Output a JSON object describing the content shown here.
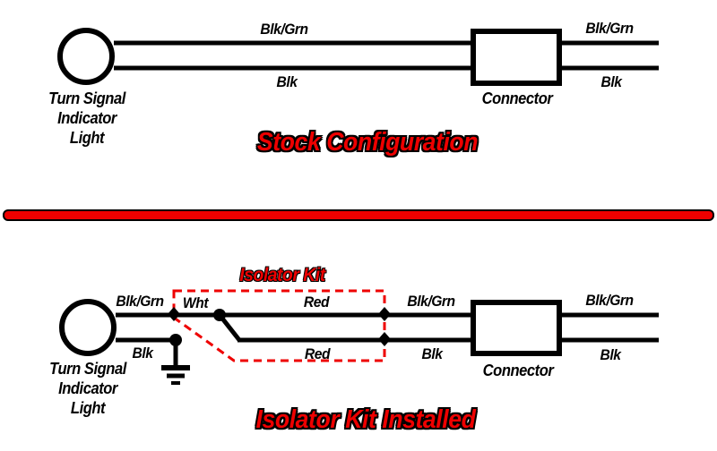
{
  "colors": {
    "accent": "#ee0000",
    "line": "#000000",
    "background": "#ffffff"
  },
  "stock": {
    "title": "Stock Configuration",
    "light": {
      "line1": "Turn Signal",
      "line2": "Indicator",
      "line3": "Light"
    },
    "connector": "Connector",
    "labels": {
      "top_left": "Blk/Grn",
      "bottom_left": "Blk",
      "top_right": "Blk/Grn",
      "bottom_right": "Blk"
    }
  },
  "isolator": {
    "kit_title": "Isolator Kit",
    "title": "Isolator Kit Installed",
    "light": {
      "line1": "Turn Signal",
      "line2": "Indicator",
      "line3": "Light"
    },
    "connector": "Connector",
    "labels": {
      "blkgrn_left": "Blk/Grn",
      "wht": "Wht",
      "red_top": "Red",
      "red_bottom": "Red",
      "blk_left": "Blk",
      "blkgrn_mid": "Blk/Grn",
      "blk_mid": "Blk",
      "blkgrn_right": "Blk/Grn",
      "blk_right": "Blk"
    }
  }
}
